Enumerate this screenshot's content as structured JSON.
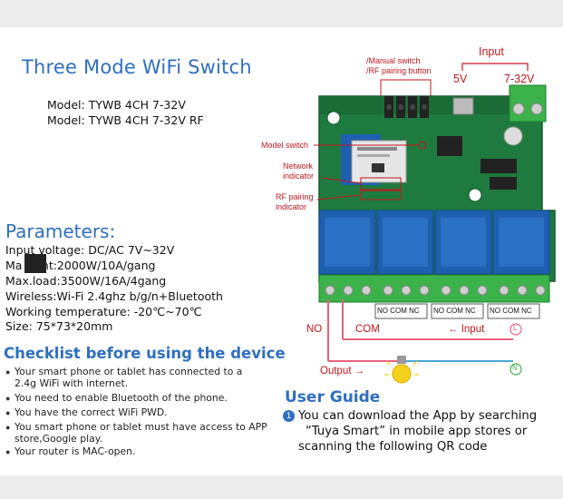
{
  "title": "Three Mode WiFi Switch",
  "models": [
    "Model:  TYWB 4CH 7-32V",
    "Model:  TYWB 4CH 7-32V RF"
  ],
  "parameters": {
    "heading": "Parameters:",
    "items": [
      "Input voltage:  DC/AC 7V~32V",
      "Ma         rrent:2000W/10A/gang",
      "Max.load:3500W/16A/4gang",
      "Wireless:Wi-Fi 2.4ghz b/g/n+Bluetooth",
      "Working temperature: -20℃~70℃",
      "Size: 75*73*20mm"
    ]
  },
  "checklist": {
    "heading": "Checklist before using the device",
    "items": [
      [
        "Your smart phone or tablet has connected to a",
        "2.4g WiFi with internet."
      ],
      [
        "You need to enable Bluetooth of the phone."
      ],
      [
        "You have the correct WiFi PWD."
      ],
      [
        "You smart phone or tablet must have access to APP",
        "store,Google play."
      ],
      [
        "Your router is MAC-open."
      ]
    ]
  },
  "annotations": {
    "manual_switch": "/Manual switch",
    "rf_pairing_button": "/RF pairing button",
    "input": "Input",
    "v5": "5V",
    "v732": "7-32V",
    "model_switch": "Model switch",
    "network_indicator": [
      "Network",
      "indicator"
    ],
    "rf_pairing_indicator": [
      "RF pairing",
      "indicator"
    ]
  },
  "terminals": [
    "NO",
    "COM",
    "NC"
  ],
  "wiring": {
    "no": "NO",
    "com": "COM",
    "input": "Input",
    "output": "Output",
    "l": "L",
    "n": "N"
  },
  "user_guide": {
    "heading": "User Guide",
    "step": "1",
    "lines": [
      "You can download the App by searching",
      "“Tuya Smart” in mobile app stores or",
      "scanning the following QR code"
    ]
  },
  "colors": {
    "accent": "#2f6fc1",
    "annotation": "#c4161c",
    "board": "#1f7a3f",
    "relay": "#1e5fb0",
    "terminal": "#3bb24a"
  }
}
